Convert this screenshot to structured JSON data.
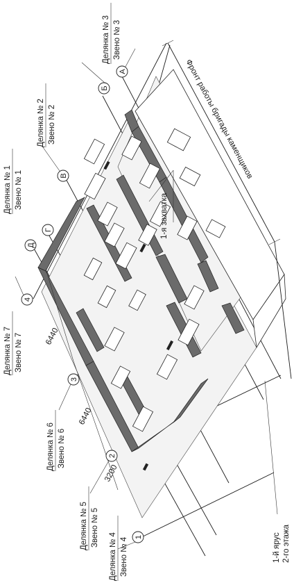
{
  "plots": [
    {
      "plot": "Делянка № 3",
      "crew": "Звено № 3"
    },
    {
      "plot": "Делянка № 2",
      "crew": "Звено № 2"
    },
    {
      "plot": "Делянка № 1",
      "crew": "Звено № 1"
    },
    {
      "plot": "Делянка № 7",
      "crew": "Звено № 7"
    },
    {
      "plot": "Делянка № 6",
      "crew": "Звено № 6"
    },
    {
      "plot": "Делянка № 5",
      "crew": "Звено № 5"
    },
    {
      "plot": "Делянка № 4",
      "crew": "Звено № 4"
    }
  ],
  "axes_letters": [
    "А",
    "Б",
    "В",
    "Г",
    "Д"
  ],
  "axes_numbers": [
    "1",
    "2",
    "3",
    "4"
  ],
  "dimensions": [
    "6440",
    "6440",
    "3200"
  ],
  "labels": {
    "front": "Фронт работы бригады каменщиков",
    "section": "1-я захватка",
    "tier1": "1-й ярус",
    "tier2": "2-го этажа"
  }
}
